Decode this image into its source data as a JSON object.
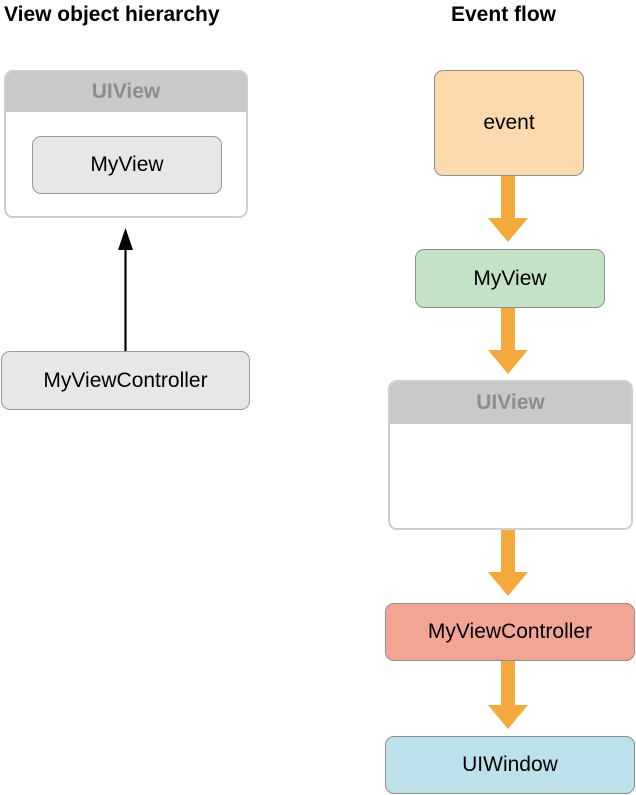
{
  "headings": {
    "left": "View object hierarchy",
    "right": "Event flow"
  },
  "hierarchy": {
    "container_label": "UIView",
    "child_label": "MyView",
    "controller_label": "MyViewController"
  },
  "event_flow": {
    "steps": [
      {
        "label": "event",
        "color": "#fdd9ae"
      },
      {
        "label": "MyView",
        "color": "#c4e2c6"
      },
      {
        "label": "UIView",
        "color": "#c9c9c9"
      },
      {
        "label": "MyViewController",
        "color": "#f3a595"
      },
      {
        "label": "UIWindow",
        "color": "#bde1ea"
      }
    ],
    "arrow_color": "#f4a93c"
  }
}
